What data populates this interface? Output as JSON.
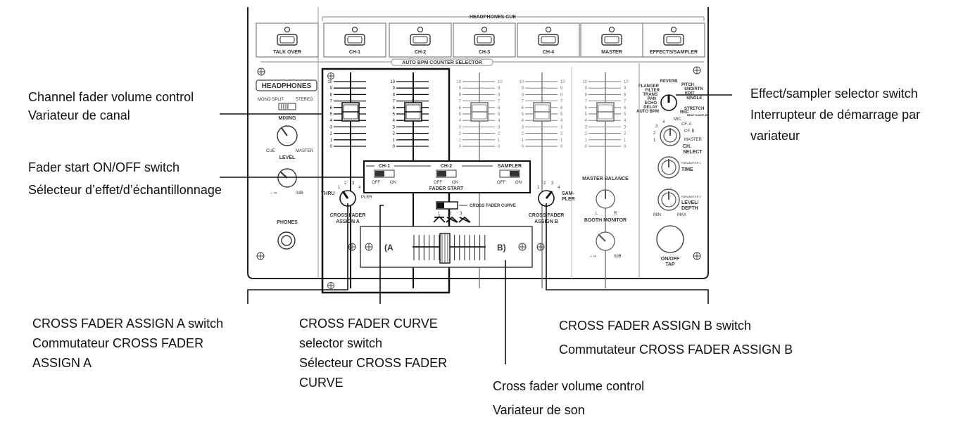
{
  "panel": {
    "headphones_cue_label": "HEADPHONES CUE",
    "auto_bpm_label": "AUTO BPM COUNTER SELECTOR",
    "cue_buttons": [
      "TALK OVER",
      "CH-1",
      "CH-2",
      "CH-3",
      "CH-4",
      "MASTER",
      "EFFECTS/SAMPLER"
    ],
    "headphones_label": "HEADPHONES",
    "mono_split_label": "MONO SPLIT",
    "stereo_label": "STEREO",
    "mixing_label": "MIXING",
    "cue_label": "CUE",
    "master_label": "MASTER",
    "level_label": "LEVEL",
    "level_min": "– ∞",
    "level_max": "0dB",
    "phones_label": "PHONES",
    "fader_scale": [
      "10",
      "9",
      "8",
      "7",
      "6",
      "5",
      "4",
      "3",
      "2",
      "1",
      "0"
    ],
    "fader_start": {
      "ch1": "CH-1",
      "ch2": "CH-2",
      "sampler": "SAMPLER",
      "off": "OFF",
      "on": "ON",
      "title": "FADER START"
    },
    "assign_a": {
      "thru": "THRU",
      "pler": "PLER",
      "n1": "1",
      "n2": "2",
      "n3": "3",
      "n4": "4",
      "line1": "CROSS FADER",
      "line2": "ASSIGN A"
    },
    "assign_b": {
      "sam": "SAM-",
      "pler": "PLER",
      "n1": "1",
      "n2": "2",
      "n3": "3",
      "n4": "4",
      "line1": "CROSS FADER",
      "line2": "ASSIGN B"
    },
    "curve": {
      "label": "CROSS FADER CURVE",
      "n1": "1",
      "n2": "2",
      "n3": "3"
    },
    "crossfader": {
      "a": "A",
      "b": "B"
    },
    "master_balance": "MASTER BALANCE",
    "mb_l": "L",
    "mb_r": "R",
    "booth_monitor": "BOOTH MONITOR",
    "booth_min": "– ∞",
    "booth_max": "0dB",
    "effects": [
      "REVERB",
      "PITCH",
      "SND/RTN",
      "EDIT",
      "SINGLE",
      "STRETCH",
      "REC",
      "BEAT SAMPLER",
      "AUTO BPM",
      "DELAY",
      "ECHO",
      "PAN",
      "TRANS",
      "FILTER",
      "FLANGER"
    ],
    "ch_select": {
      "mic": "MIC",
      "cfa": "CF. A",
      "cfb": "CF. B",
      "master": "MASTER",
      "line1": "CH.",
      "line2": "SELECT",
      "n1": "1",
      "n2": "2",
      "n3": "3",
      "n4": "4"
    },
    "time": {
      "param": "PARAMETER 1",
      "label": "TIME"
    },
    "level_depth": {
      "param": "PARAMETER 2",
      "line1": "LEVEL/",
      "line2": "DEPTH",
      "min": "MIN",
      "max": "MAX"
    },
    "tap": {
      "line1": "ON/OFF",
      "line2": "TAP"
    }
  },
  "callouts": {
    "channel_fader": [
      "Channel fader volume control",
      "Variateur de canal"
    ],
    "fader_start": [
      "Fader start ON/OFF switch",
      "Sélecteur d’effet/d’échantillonnage"
    ],
    "effect_selector": [
      "Effect/sampler selector switch",
      "Interrupteur de démarrage par",
      "variateur"
    ],
    "assign_a": [
      "CROSS FADER ASSIGN A switch",
      "Commutateur CROSS FADER",
      "ASSIGN A"
    ],
    "curve": [
      "CROSS FADER CURVE",
      "selector switch",
      "Sélecteur CROSS FADER",
      "CURVE"
    ],
    "assign_b": [
      "CROSS FADER ASSIGN B switch",
      "Commutateur CROSS FADER ASSIGN B"
    ],
    "cross_fader": [
      "Cross fader volume control",
      "Variateur de son"
    ]
  }
}
